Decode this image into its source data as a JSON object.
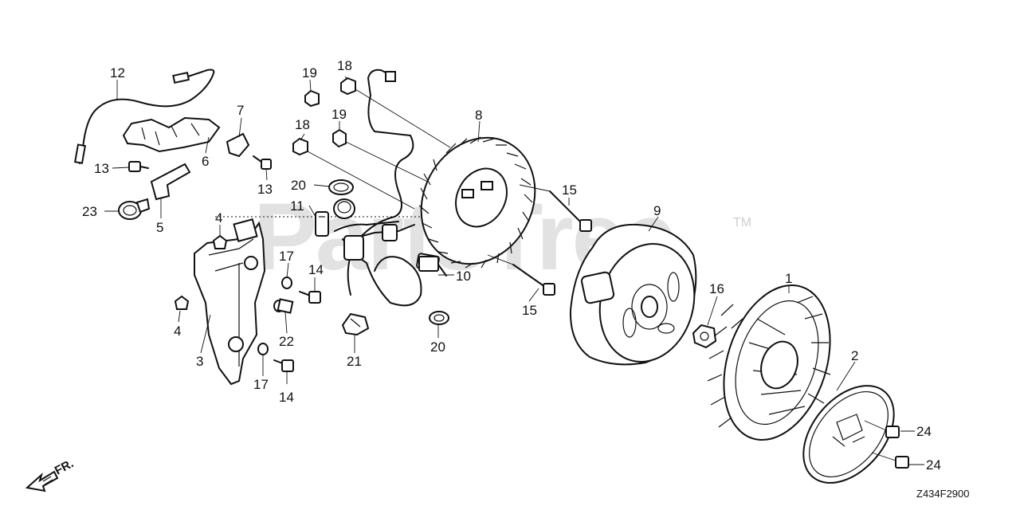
{
  "watermark": {
    "text": "PartsTree",
    "trademark": "TM"
  },
  "front_indicator": {
    "label": "FR."
  },
  "diagram_code": "Z434F2900",
  "callouts": {
    "c1": "1",
    "c2": "2",
    "c3": "3",
    "c4a": "4",
    "c4b": "4",
    "c5": "5",
    "c6": "6",
    "c7": "7",
    "c8": "8",
    "c9": "9",
    "c10": "10",
    "c11": "11",
    "c12": "12",
    "c13a": "13",
    "c13b": "13",
    "c14a": "14",
    "c14b": "14",
    "c15a": "15",
    "c15b": "15",
    "c16": "16",
    "c17a": "17",
    "c17b": "17",
    "c18a": "18",
    "c18b": "18",
    "c19a": "19",
    "c19b": "19",
    "c20a": "20",
    "c20b": "20",
    "c21": "21",
    "c22": "22",
    "c23": "23",
    "c24a": "24",
    "c24b": "24"
  }
}
